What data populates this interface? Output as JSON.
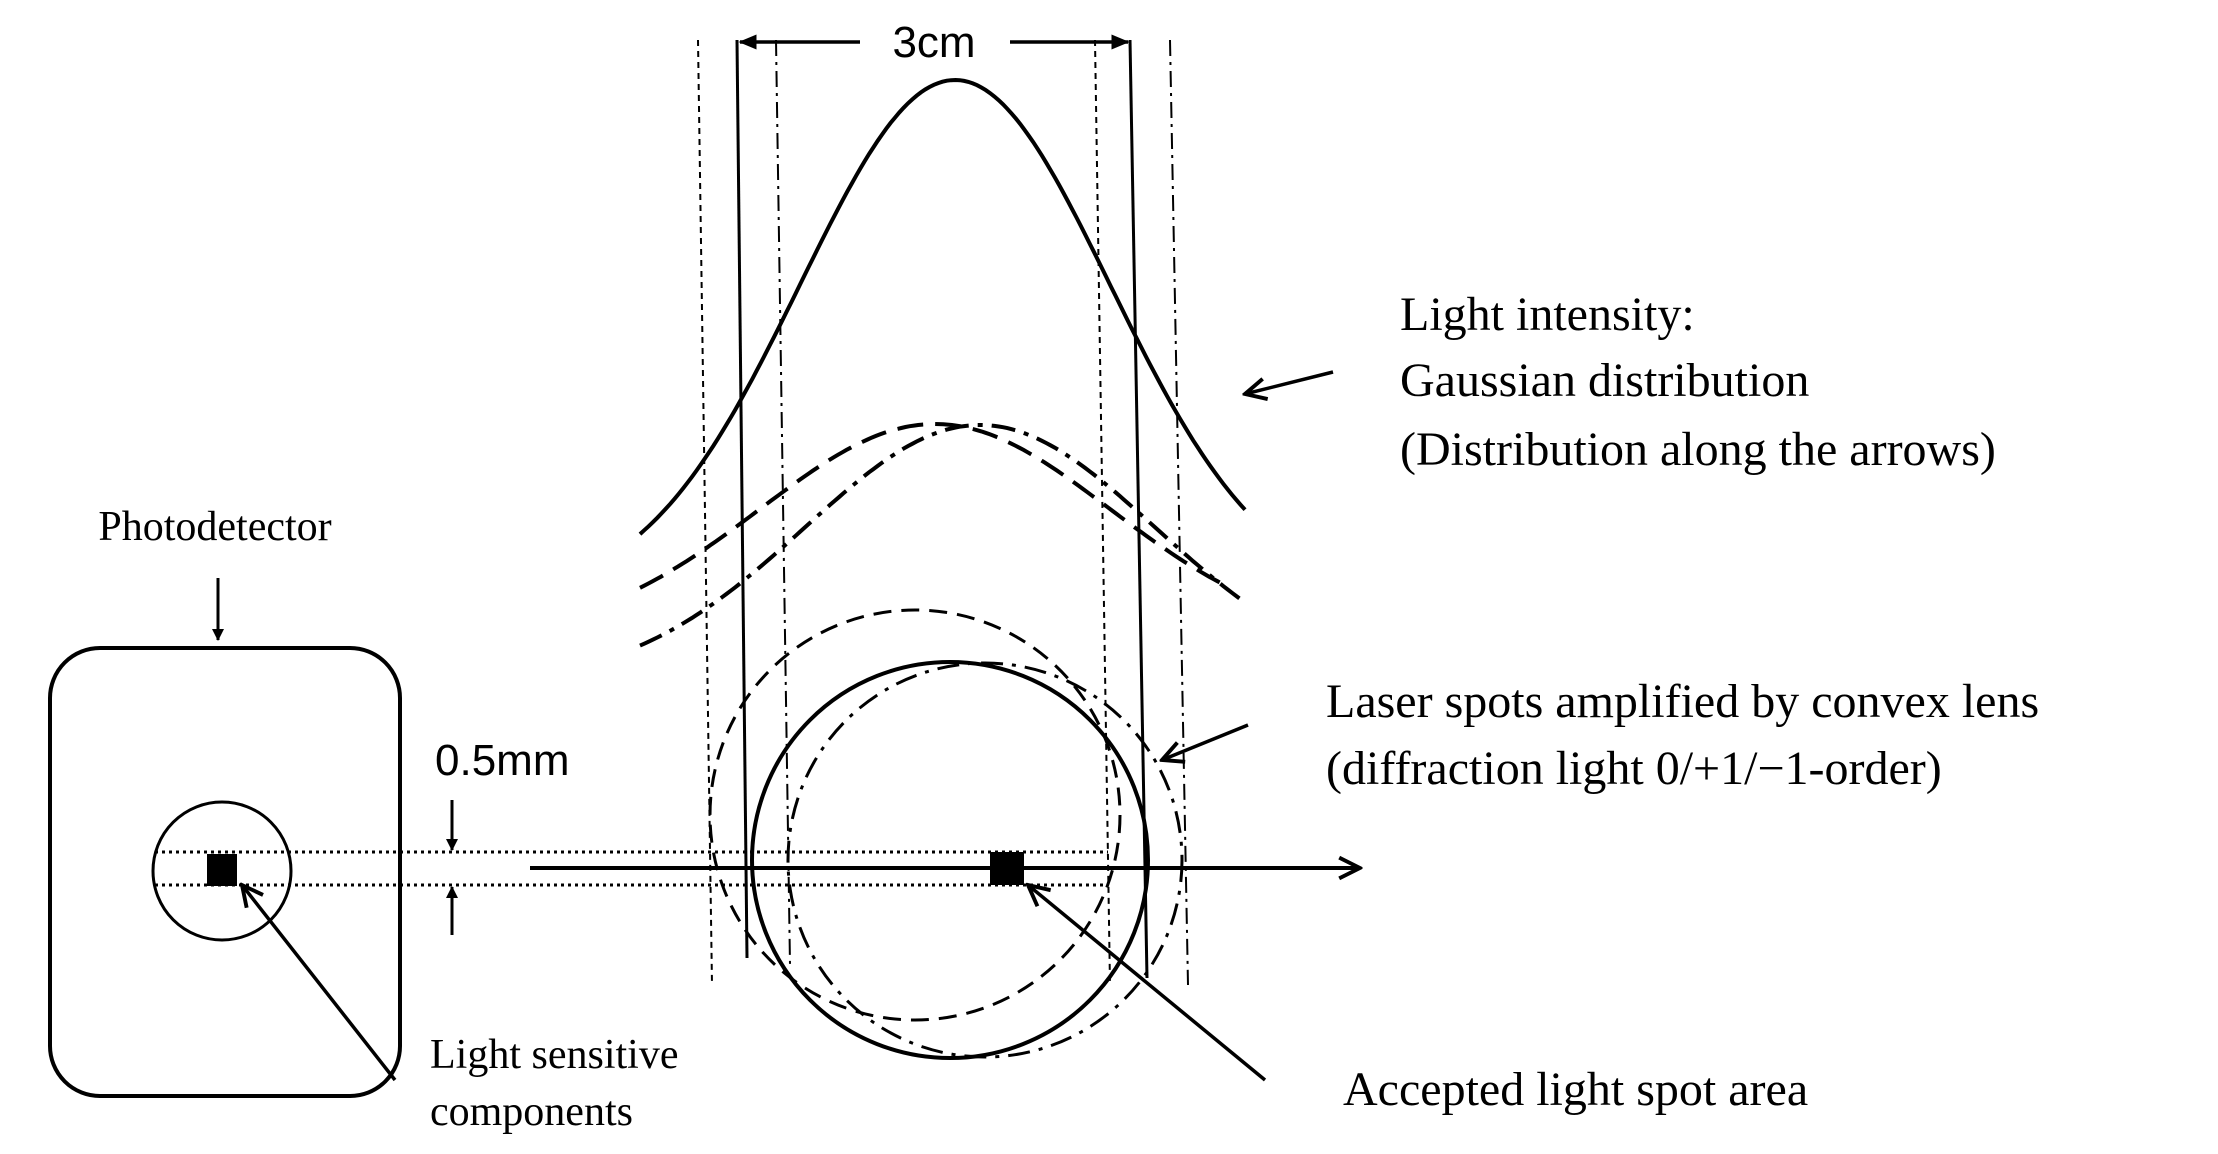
{
  "labels": {
    "width_dimension": "3cm",
    "gap_dimension": "0.5mm",
    "photodetector": "Photodetector",
    "light_sensitive_line1": "Light sensitive",
    "light_sensitive_line2": "components",
    "intensity_line1": "Light intensity:",
    "intensity_line2": "Gaussian distribution",
    "intensity_line3": "(Distribution along the arrows)",
    "laser_spots_line1": "Laser spots amplified by convex lens",
    "laser_spots_line2": "(diffraction light 0/+1/−1-order)",
    "accepted_area": "Accepted light spot area"
  },
  "colors": {
    "ink": "#000000",
    "background": "#ffffff"
  }
}
